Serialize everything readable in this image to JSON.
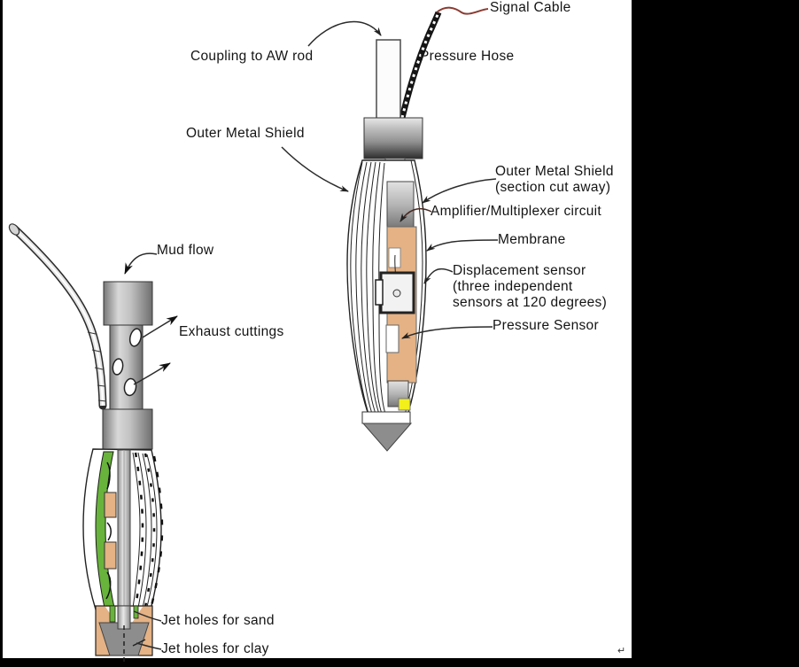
{
  "figure": {
    "title_hint": "cutaway diagrams of a drilling / pressuremeter probe",
    "colors": {
      "background": "#000000",
      "canvas": "#ffffff",
      "line": "#222222",
      "signal_cable_red": "#8a3c32",
      "circuit_tan": "#e4b285",
      "sensor_yellow": "#f2ef1c",
      "board_green": "#68b33b",
      "cone_gray": "#8d8d8d"
    }
  },
  "labels": {
    "signal_cable": {
      "text": "Signal Cable"
    },
    "coupling": {
      "text": "Coupling to AW rod"
    },
    "pressure_hose": {
      "text": "Pressure Hose"
    },
    "outer_metal_shield": {
      "text": "Outer Metal Shield"
    },
    "shield_cutaway": {
      "text": "Outer Metal Shield\n(section cut away)"
    },
    "amplifier": {
      "text": "Amplifier/Multiplexer circuit"
    },
    "membrane": {
      "text": "Membrane"
    },
    "displacement": {
      "text": "Displacement sensor\n(three independent\nsensors at 120 degrees)"
    },
    "pressure_sensor": {
      "text": "Pressure Sensor"
    },
    "mud_flow": {
      "text": "Mud flow"
    },
    "exhaust_cuttings": {
      "text": "Exhaust cuttings"
    },
    "jet_sand": {
      "text": "Jet holes for sand"
    },
    "jet_clay": {
      "text": "Jet holes for clay"
    },
    "return_mark": {
      "text": "↵"
    }
  }
}
